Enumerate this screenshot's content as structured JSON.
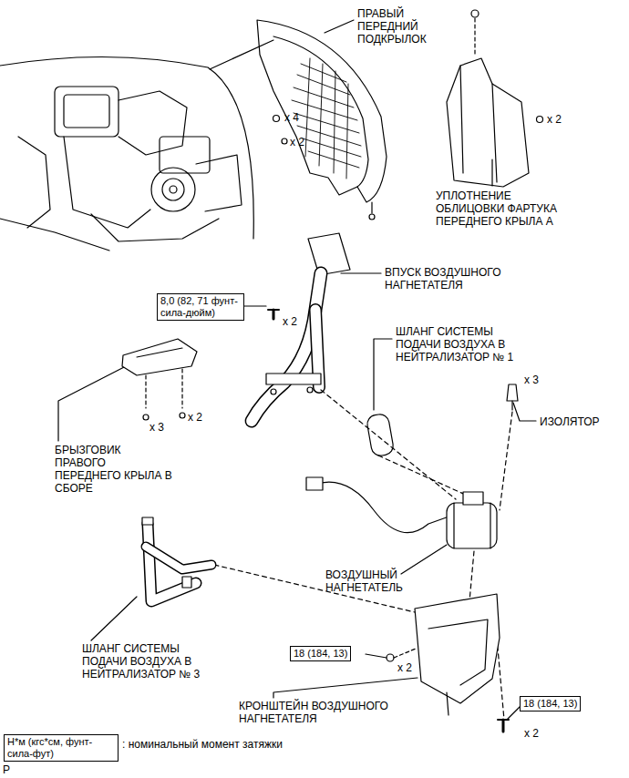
{
  "diagram": {
    "nodes": [
      {
        "text": [
          "8,0 (82, 71 фунт- сила-дюйм)"
        ]
      },
      {
        "text": [
          "18 (184, 13)"
        ]
      },
      {
        "text": [
          "18 (184, 13)"
        ]
      },
      {
        "text": [
          "Н*м (кгс*см, фунт- сила-фут)"
        ]
      }
    ],
    "labels": [
      "ПРАВЫЙ ПЕРЕДНИЙ ПОДКРЫЛОК",
      "x 4",
      "x 2",
      "УПЛОТНЕНИЕ ОБЛИЦОВКИ ФАРТУКА ПЕРЕДНЕГО КРЫЛА А",
      "x 2",
      "ВПУСК ВОЗДУШНОГО НАГНЕТАТЕЛЯ",
      "x 2",
      "ШЛАНГ СИСТЕМЫ ПОДАЧИ ВОЗДУХА В НЕЙТРАЛИЗАТОР № 1",
      "x 3",
      "ИЗОЛЯТОР",
      "x 3",
      "x 2",
      "БРЫЗГОВИК ПРАВОГО ПЕРЕДНЕГО КРЫЛА В СБОРЕ",
      "ВОЗДУШНЫЙ НАГНЕТАТЕЛЬ",
      "ШЛАНГ СИСТЕМЫ ПОДАЧИ ВОЗДУХА В НЕЙТРАЛИЗАТОР № 3",
      "x 2",
      "КРОНШТЕЙН ВОЗДУШНОГО НАГНЕТАТЕЛЯ",
      "x 2",
      ": номинальный момент затяжки",
      "P"
    ]
  }
}
